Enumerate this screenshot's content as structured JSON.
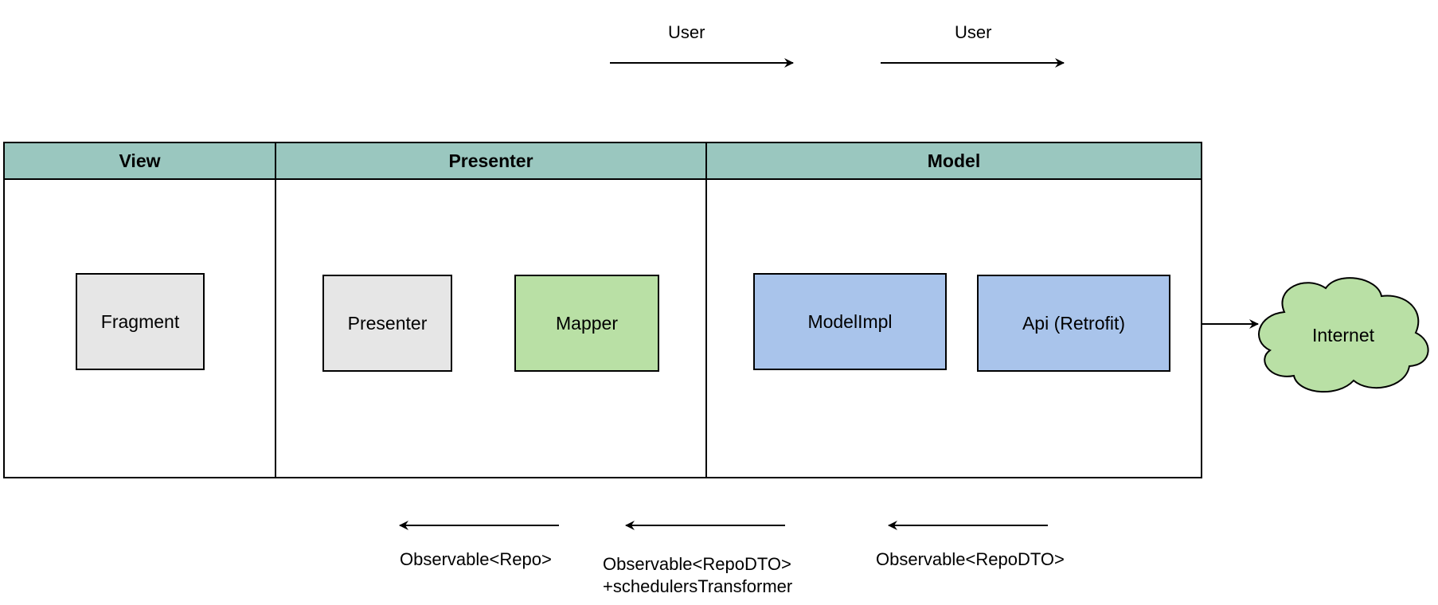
{
  "top_flow": [
    {
      "label": "User"
    },
    {
      "label": "User"
    }
  ],
  "lanes": [
    {
      "title": "View"
    },
    {
      "title": "Presenter"
    },
    {
      "title": "Model"
    }
  ],
  "nodes": {
    "fragment": "Fragment",
    "presenter": "Presenter",
    "mapper": "Mapper",
    "model_impl": "ModelImpl",
    "api": "Api (Retrofit)",
    "internet": "Internet"
  },
  "bottom_flow": {
    "view_side": "Observable<Repo>",
    "presenter_side_line1": "Observable<RepoDTO>",
    "presenter_side_line2": "+schedulersTransformer",
    "model_side": "Observable<RepoDTO>"
  },
  "colors": {
    "lane_header": "#9ac7bf",
    "gray_node": "#e6e6e6",
    "green_node": "#b9e0a5",
    "blue_node": "#a9c4eb",
    "cloud": "#b9e0a5"
  }
}
